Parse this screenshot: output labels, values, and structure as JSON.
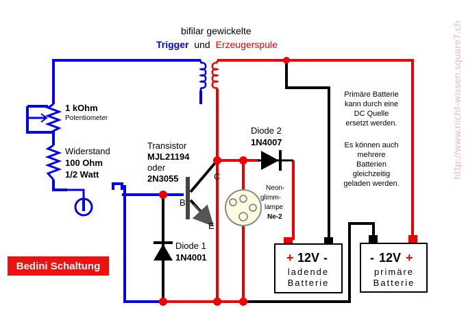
{
  "heading": {
    "line1": "bifilar gewickelte",
    "trigger": "Trigger",
    "und": "und",
    "erzeuger": "Erzeugerspule"
  },
  "potentiometer": {
    "value": "1 kOhm",
    "name": "Potentiometer"
  },
  "resistor": {
    "name": "Widerstand",
    "value": "100 Ohm",
    "power": "1/2 Watt"
  },
  "transistor": {
    "name": "Transistor",
    "part": "MJL21194",
    "or": "oder",
    "alt": "2N3055",
    "pin_c": "C",
    "pin_b": "B",
    "pin_e": "E"
  },
  "diode2": {
    "name": "Diode 2",
    "part": "1N4007"
  },
  "diode1": {
    "name": "Diode 1",
    "part": "1N4001"
  },
  "neon": {
    "line1": "Neon-",
    "line2": "glimm-",
    "line3": "lampe",
    "part": "Ne-2"
  },
  "battery_charging": {
    "voltage": "12V",
    "plus": "+",
    "minus": "-",
    "label1": "ladende",
    "label2": "Batterie"
  },
  "battery_primary": {
    "voltage": "12V",
    "plus": "+",
    "minus": "-",
    "label1": "primäre",
    "label2": "Batterie"
  },
  "note": [
    "Primäre Batterie",
    "kann durch eine",
    "DC Quelle",
    "ersetzt werden.",
    "",
    "Es können auch",
    "mehrere",
    "Batterien",
    "gleichzeitig",
    "geladen werden."
  ],
  "title": "Bedini Schaltung",
  "watermark": "http://www.nicht-wissen.square7.ch",
  "colors": {
    "trigger": "#0000ee",
    "power": "#ee0000",
    "ground": "#000000",
    "title_bg": "#ee1111"
  }
}
